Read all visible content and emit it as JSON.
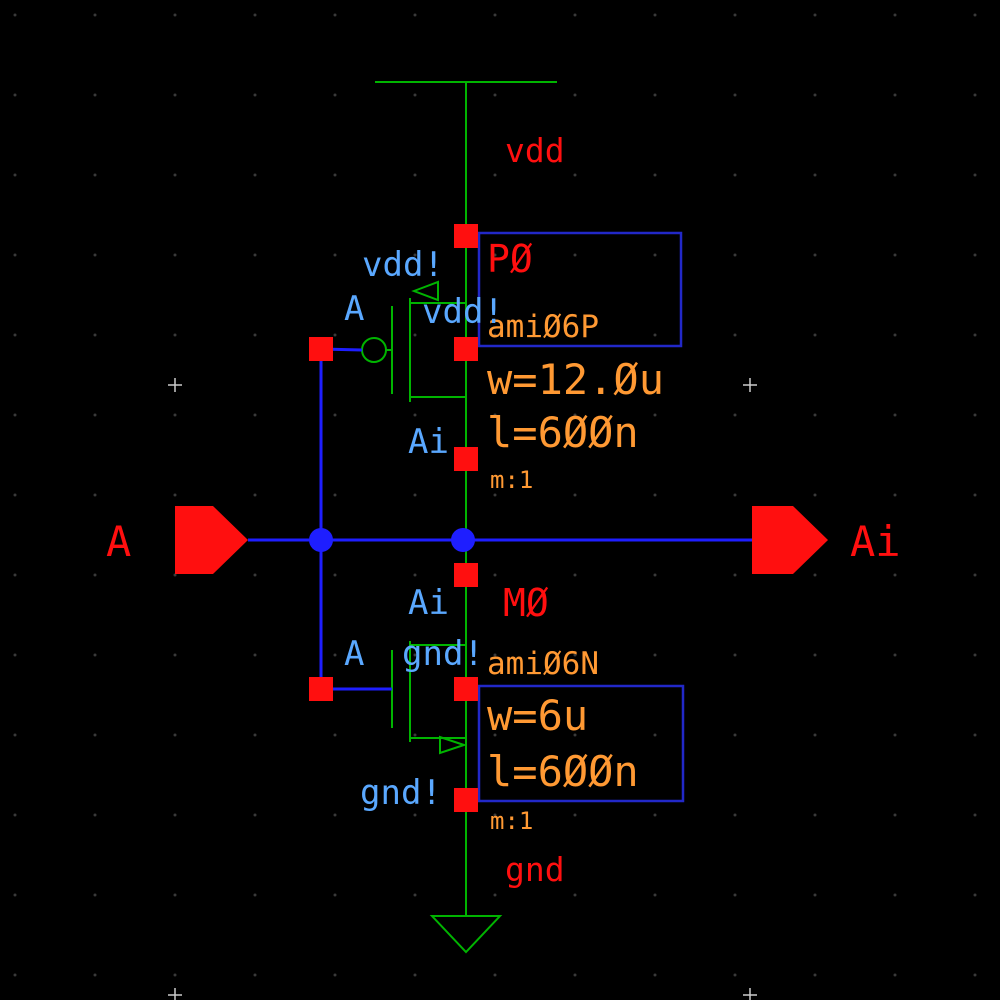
{
  "schematic": {
    "supply": {
      "vdd_label": "vdd",
      "gnd_label": "gnd"
    },
    "ports": {
      "input_label": "A",
      "output_label": "Ai"
    },
    "pmos": {
      "instance": "PØ",
      "model": "amiØ6P",
      "width": "w=12.Øu",
      "length": "l=6ØØn",
      "mult": "m:1",
      "nets": {
        "source": "vdd!",
        "gate": "A",
        "bulk": "vdd!",
        "drain": "Ai"
      }
    },
    "nmos": {
      "instance": "MØ",
      "model": "amiØ6N",
      "width": "w=6u",
      "length": "l=6ØØn",
      "mult": "m:1",
      "nets": {
        "drain": "Ai",
        "gate": "A",
        "bulk": "gnd!",
        "source": "gnd!"
      }
    },
    "colors": {
      "background": "#000000",
      "device_green": "#00b400",
      "wire_blue": "#1e1eff",
      "selection_blue": "#2228c8",
      "pin_red": "#ff0f0f",
      "param_orange": "#ff9933",
      "net_label_cyan": "#5aa8ff",
      "grid_dot": "#3a3a3a"
    }
  }
}
